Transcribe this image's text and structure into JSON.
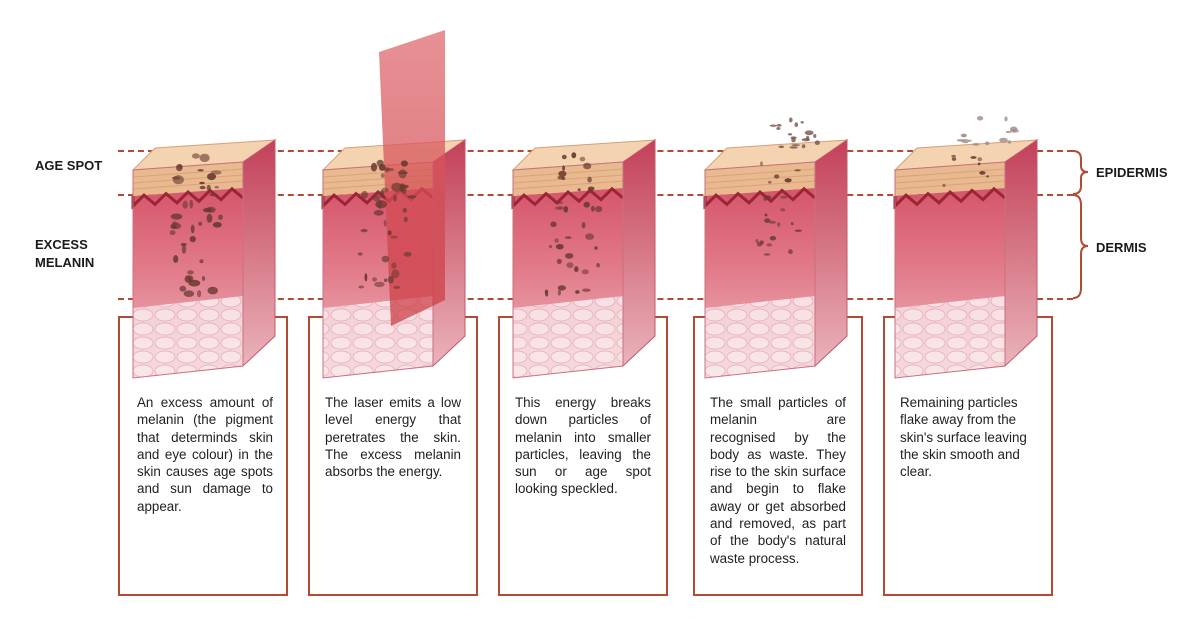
{
  "labels": {
    "age_spot": "AGE SPOT",
    "excess_melanin": [
      "EXCESS",
      "MELANIN"
    ],
    "epidermis": "EPIDERMIS",
    "dermis": "DERMIS"
  },
  "steps": [
    {
      "text": "An excess amount of melanin (the pigment that determinds skin and eye colour) in the skin causes age spots and sun damage to appear."
    },
    {
      "text": "The laser emits a low level energy that peretrates the skin. The excess melanin absorbs the energy."
    },
    {
      "text": "This energy breaks down particles of melanin into smaller particles, leaving the sun or age spot looking speckled."
    },
    {
      "text": "The small particles of melanin are recognised by the body as waste. They rise to the skin surface and begin to flake away or get absorbed and removed, as part of the body's natural waste process."
    },
    {
      "text": "Remaining particles flake away from the skin's surface leaving the skin smooth and clear."
    }
  ],
  "colors": {
    "accent": "#b34a33",
    "epidermis_top": "#f3d3b0",
    "epidermis_side": "#e9b98f",
    "dermis": "#e58f9b",
    "dermis_light": "#f2c2c8",
    "hypodermis": "#f4dadd",
    "melanin": "#6b3a30",
    "laser": "#d8434a"
  }
}
